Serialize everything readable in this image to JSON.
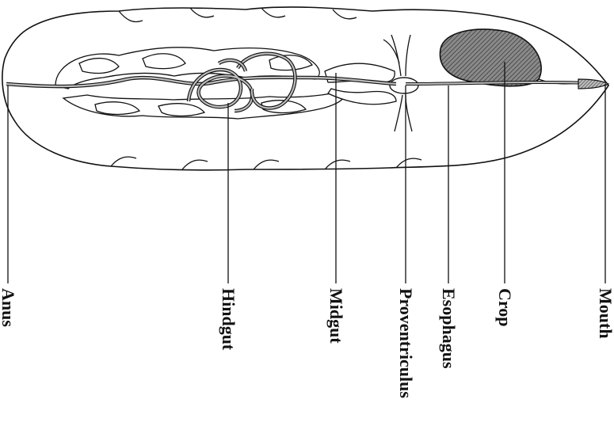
{
  "labels": {
    "anus": "Anus",
    "hindgut": "Hindgut",
    "midgut": "Midgut",
    "proventriculus": "Proventriculus",
    "esophagus": "Esophagus",
    "crop": "Crop",
    "mouth": "Mouth"
  },
  "colors": {
    "ink": "#111111",
    "crop_fill": "#6e6e6e",
    "background": "#ffffff"
  }
}
